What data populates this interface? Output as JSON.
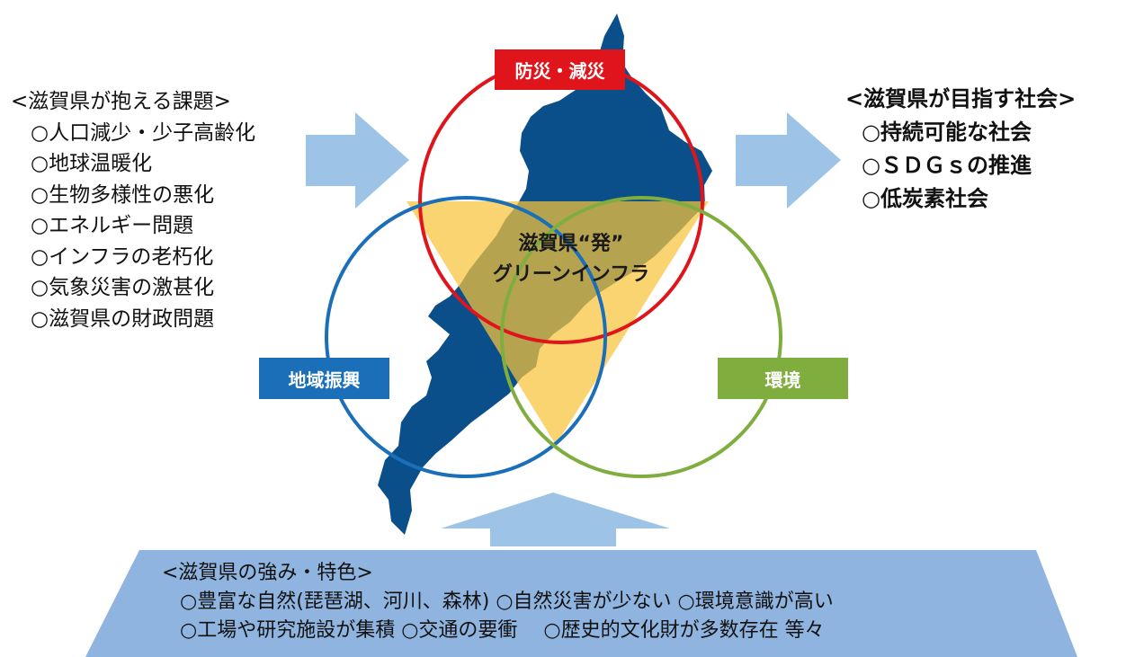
{
  "colors": {
    "lake_map": "#0b4f8a",
    "red_circle": "#e0151b",
    "blue_circle": "#1a6fb8",
    "green_circle": "#7fae3f",
    "triangle_fill": "#f8c43a",
    "arrow_fill": "#9dc3e6",
    "bottom_box": "#8fb4df"
  },
  "challenges": {
    "heading": "<滋賀県が抱える課題>",
    "items": [
      "○人口減少・少子高齢化",
      "○地球温暖化",
      "○生物多様性の悪化",
      "○エネルギー問題",
      "○インフラの老朽化",
      "○気象災害の激甚化",
      "○滋賀県の財政問題"
    ]
  },
  "goals": {
    "heading": "<滋賀県が目指す社会>",
    "items": [
      "○持続可能な社会",
      "○ＳＤＧｓの推進",
      "○低炭素社会"
    ]
  },
  "diagram": {
    "disaster_label": "防災・減災",
    "regional_label": "地域振興",
    "environment_label": "環境",
    "center_line1": "滋賀県“発”",
    "center_line2": "グリーンインフラ"
  },
  "strengths": {
    "heading": "<滋賀県の強み・特色>",
    "line1": "○豊富な自然(琵琶湖、河川、森林) ○自然災害が少ない ○環境意識が高い",
    "line2": "○工場や研究施設が集積 ○交通の要衝　 ○歴史的文化財が多数存在  等々"
  }
}
